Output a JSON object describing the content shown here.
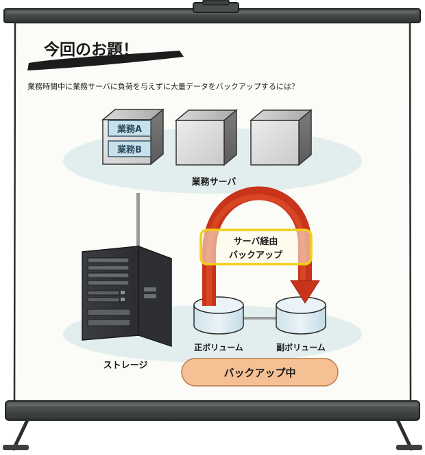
{
  "slide": {
    "heading": "今回のお題！",
    "question": "業務時間中に業務サーバに負荷を与えずに大量データをバックアップするには？"
  },
  "servers": {
    "group_label": "業務サーバ",
    "tasks": [
      "業務A",
      "業務B"
    ]
  },
  "storage": {
    "label": "ストレージ",
    "primary_volume": "正ボリューム",
    "secondary_volume": "副ボリューム",
    "status": "バックアップ中"
  },
  "path_callout": {
    "line1": "サーバ経由",
    "line2": "バックアップ"
  },
  "colors": {
    "arrow": "#d43a1b",
    "callout_border": "#f2d017",
    "status_fill": "#f5c094",
    "ellipse_fill": "#e2eeee",
    "cylinder_fill": "#d8e8ef",
    "board": "#3c413e"
  }
}
